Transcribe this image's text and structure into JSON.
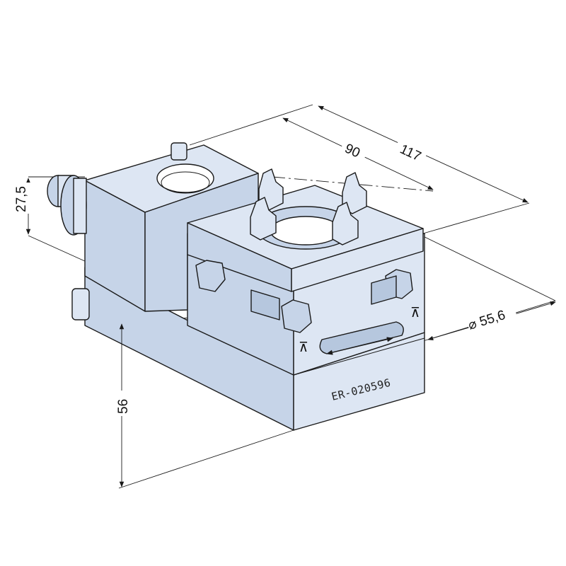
{
  "dimensions": {
    "height_small": "27,5",
    "depth_inner": "90",
    "depth_outer": "117",
    "diameter": "⌀ 55,6",
    "height_total": "56"
  },
  "part_number": "ER-020596",
  "colors": {
    "body_light": "#dde6f3",
    "body_mid": "#c6d4e8",
    "body_dark": "#a9bcd6",
    "line": "#1a1a1a"
  }
}
